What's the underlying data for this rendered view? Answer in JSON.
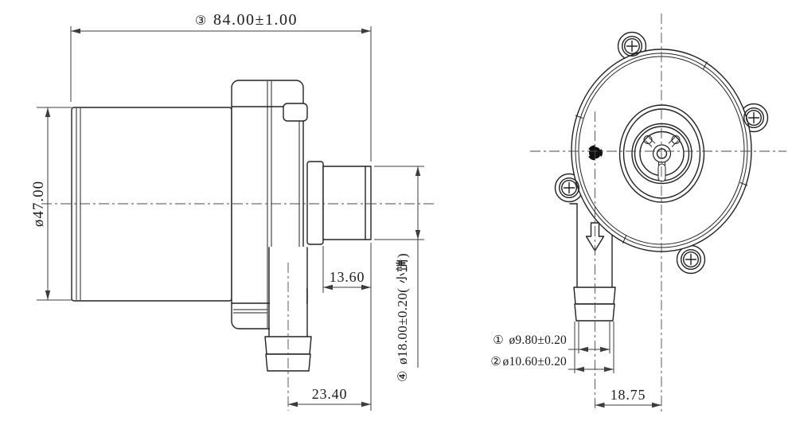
{
  "page": {
    "background": "#ffffff",
    "line_color": "#222222",
    "dimension_color": "#3c3c3c",
    "description": "Engineering drawing of a small brushless water pump, side view and front view with dimensions"
  },
  "side_view": {
    "name": "pump-side-view",
    "dims": {
      "overall_length": {
        "callout": "③",
        "value": "84.00±1.00"
      },
      "motor_diameter": {
        "value": "ø47.00"
      },
      "port_length": {
        "value": "13.60"
      },
      "port_diameter": {
        "callout": "④",
        "value": "ø18.00±0.20(小端)",
        "value_latin": "ø18.00±0.20(",
        "value_cjk": "小端",
        "value_close": ")"
      },
      "tube_to_port_end": {
        "value": "23.40"
      }
    }
  },
  "front_view": {
    "name": "pump-front-view",
    "dims": {
      "tube_inner_diameter": {
        "callout": "①",
        "value": "ø9.80±0.20"
      },
      "tube_outer_diameter": {
        "callout": "②",
        "value": "ø10.60±0.20"
      },
      "tube_center_offset": {
        "value": "18.75"
      }
    },
    "icons": {
      "flow_arrow": "downward flow direction arrow",
      "rotation_swirl": "impeller rotation mark",
      "screws": "phillips mounting screws"
    }
  }
}
